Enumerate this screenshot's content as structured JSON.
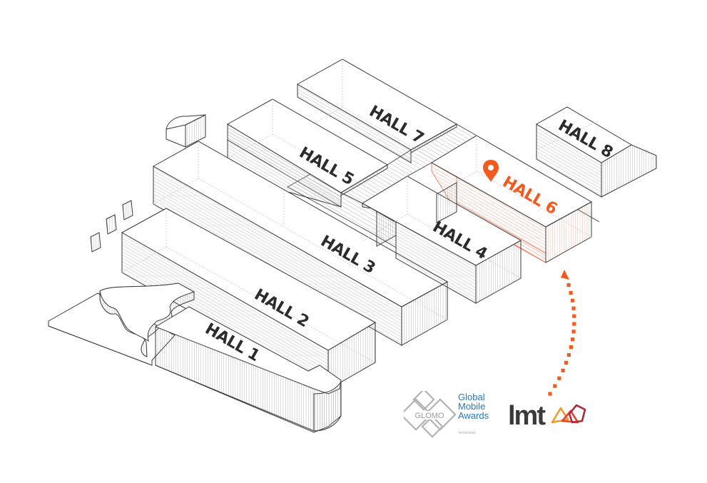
{
  "map": {
    "title": "Exhibition halls site plan",
    "halls": [
      {
        "id": "hall-1",
        "label": "HALL 1",
        "highlighted": false
      },
      {
        "id": "hall-2",
        "label": "HALL 2",
        "highlighted": false
      },
      {
        "id": "hall-3",
        "label": "HALL 3",
        "highlighted": false
      },
      {
        "id": "hall-4",
        "label": "HALL 4",
        "highlighted": false
      },
      {
        "id": "hall-5",
        "label": "HALL 5",
        "highlighted": false
      },
      {
        "id": "hall-6",
        "label": "HALL 6",
        "highlighted": true
      },
      {
        "id": "hall-7",
        "label": "HALL 7",
        "highlighted": false
      },
      {
        "id": "hall-8",
        "label": "HALL 8",
        "highlighted": false
      }
    ],
    "marker": {
      "icon": "location-pin-icon",
      "target": "HALL 6"
    },
    "colors": {
      "accent": "#f25a1f",
      "line": "#3a3a3a",
      "hatch": "#9a9a9a",
      "hatch_red": "#f2a287"
    }
  },
  "logos": {
    "glomo": {
      "badge_text": "GLOMO",
      "line1": "Global",
      "line2": "Mobile",
      "line3": "Awards",
      "tag": "NOMINEE",
      "color": "#2a79b8"
    },
    "lmt": {
      "text": "lmt"
    }
  }
}
